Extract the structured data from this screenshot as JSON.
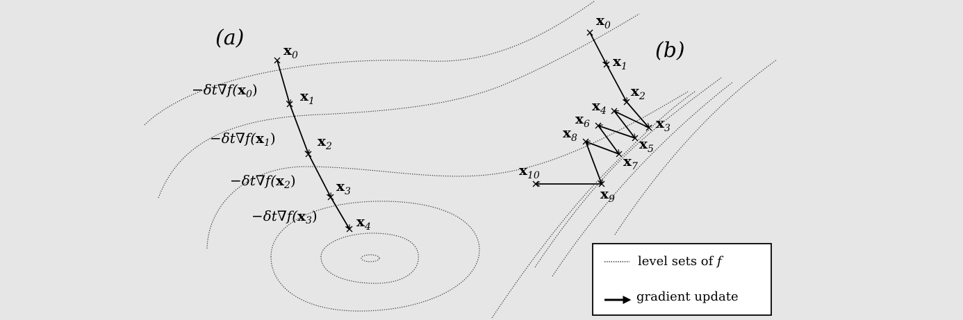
{
  "panel_labels": {
    "a": "(a)",
    "b": "(b)"
  },
  "panel_a": {
    "points": [
      {
        "base": "x",
        "sub": "0"
      },
      {
        "base": "x",
        "sub": "1"
      },
      {
        "base": "x",
        "sub": "2"
      },
      {
        "base": "x",
        "sub": "3"
      },
      {
        "base": "x",
        "sub": "4"
      }
    ],
    "step_labels": [
      {
        "prefix": "−δt∇f(",
        "arg": "x",
        "sub": "0",
        "suffix": ")"
      },
      {
        "prefix": "−δt∇f(",
        "arg": "x",
        "sub": "1",
        "suffix": ")"
      },
      {
        "prefix": "−δt∇f(",
        "arg": "x",
        "sub": "2",
        "suffix": ")"
      },
      {
        "prefix": "−δt∇f(",
        "arg": "x",
        "sub": "3",
        "suffix": ")"
      }
    ]
  },
  "panel_b": {
    "points": [
      {
        "base": "x",
        "sub": "0"
      },
      {
        "base": "x",
        "sub": "1"
      },
      {
        "base": "x",
        "sub": "2"
      },
      {
        "base": "x",
        "sub": "3"
      },
      {
        "base": "x",
        "sub": "4"
      },
      {
        "base": "x",
        "sub": "5"
      },
      {
        "base": "x",
        "sub": "6"
      },
      {
        "base": "x",
        "sub": "7"
      },
      {
        "base": "x",
        "sub": "8"
      },
      {
        "base": "x",
        "sub": "9"
      },
      {
        "base": "x",
        "sub": "10"
      }
    ]
  },
  "legend": {
    "level_sets_text": "level sets of ",
    "level_sets_var": "f",
    "gradient_update": "gradient update"
  },
  "colors": {
    "background": "#e6e6e6",
    "ink": "#000000"
  }
}
